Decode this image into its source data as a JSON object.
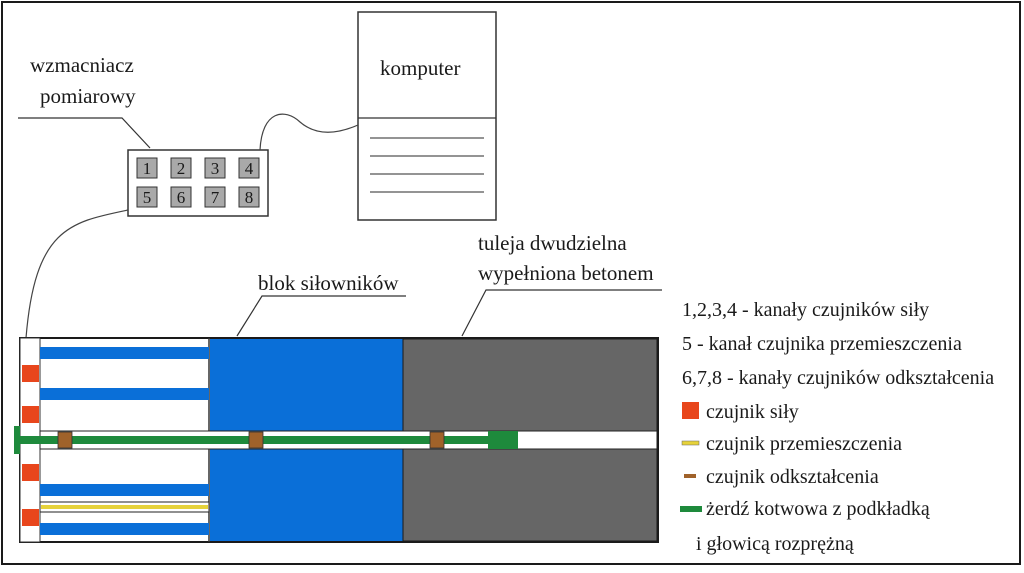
{
  "labels": {
    "amplifier_line1": "wzmacniacz",
    "amplifier_line2": "pomiarowy",
    "computer": "komputer",
    "actuator_block": "blok siłowników",
    "sleeve_line1": "tuleja dwudzielna",
    "sleeve_line2": "wypełniona betonem"
  },
  "channels": [
    "1",
    "2",
    "3",
    "4",
    "5",
    "6",
    "7",
    "8"
  ],
  "legend": {
    "channels_force": "1,2,3,4 - kanały czujników siły",
    "channel_disp": "5 - kanał czujnika przemieszczenia",
    "channels_strain": "6,7,8 - kanały czujników odkształcenia",
    "items": [
      {
        "label": "czujnik siły",
        "icon": "force-sensor-icon",
        "color": "#e8461c"
      },
      {
        "label": "czujnik przemieszczenia",
        "icon": "displacement-sensor-icon",
        "color": "#e6d23a"
      },
      {
        "label": "czujnik odkształcenia",
        "icon": "strain-sensor-icon",
        "color": "#a0622a"
      },
      {
        "label": "żerdź kotwowa z podkładką",
        "label2": "i głowicą rozprężną",
        "icon": "anchor-rod-icon",
        "color": "#1e8a3c"
      }
    ]
  },
  "colors": {
    "actuator_blue": "#0a6fd8",
    "concrete_gray": "#666666",
    "force_orange": "#e8461c",
    "displacement_yellow": "#e6d23a",
    "strain_brown": "#a0622a",
    "rod_green": "#1e8a3c",
    "channel_gray": "#a9a9a9"
  }
}
